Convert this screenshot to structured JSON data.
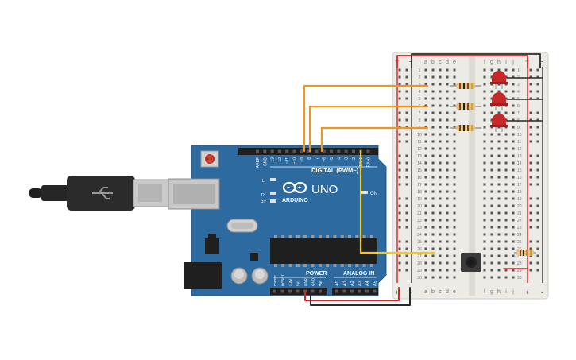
{
  "app": {
    "title": ""
  },
  "board": {
    "brand": "ARDUINO",
    "model": "UNO",
    "digital_label": "DIGITAL (PWM~)",
    "power_label": "POWER",
    "analog_label": "ANALOG IN",
    "on_label": "ON",
    "led_l": "L",
    "led_tx": "TX",
    "led_rx": "RX",
    "top_pins": [
      "AREF",
      "GND",
      "13",
      "12",
      "~11",
      "~10",
      "~9",
      "8",
      "7",
      "~6",
      "~5",
      "4",
      "~3",
      "2",
      "TX▸1",
      "RX◂0"
    ],
    "power_pins": [
      "IOREF",
      "RESET",
      "3.3V",
      "5V",
      "GND",
      "GND",
      "Vin"
    ],
    "analog_pins": [
      "A0",
      "A1",
      "A2",
      "A3",
      "A4",
      "A5"
    ]
  },
  "breadboard": {
    "col_letters_left": [
      "a",
      "b",
      "c",
      "d",
      "e"
    ],
    "col_letters_right": [
      "f",
      "g",
      "h",
      "i",
      "j"
    ],
    "row_numbers": [
      "1",
      "2",
      "3",
      "4",
      "5",
      "6",
      "7",
      "8",
      "9",
      "10",
      "11",
      "12",
      "13",
      "14",
      "15",
      "16",
      "17",
      "18",
      "19",
      "20",
      "21",
      "22",
      "23",
      "24",
      "25",
      "26",
      "27",
      "28",
      "29",
      "30"
    ],
    "plus": "+",
    "minus": "-"
  },
  "colors": {
    "board": "#2c6aa0",
    "wire_orange": "#f0961e",
    "wire_yellow": "#f2c81c",
    "wire_red": "#d8232a",
    "wire_black": "#2a2a2a",
    "led_red": "#c62828"
  },
  "icons": [
    "usb-cable-icon",
    "arduino-logo-icon",
    "reset-button-icon",
    "pushbutton-icon",
    "led-icon",
    "resistor-icon"
  ]
}
